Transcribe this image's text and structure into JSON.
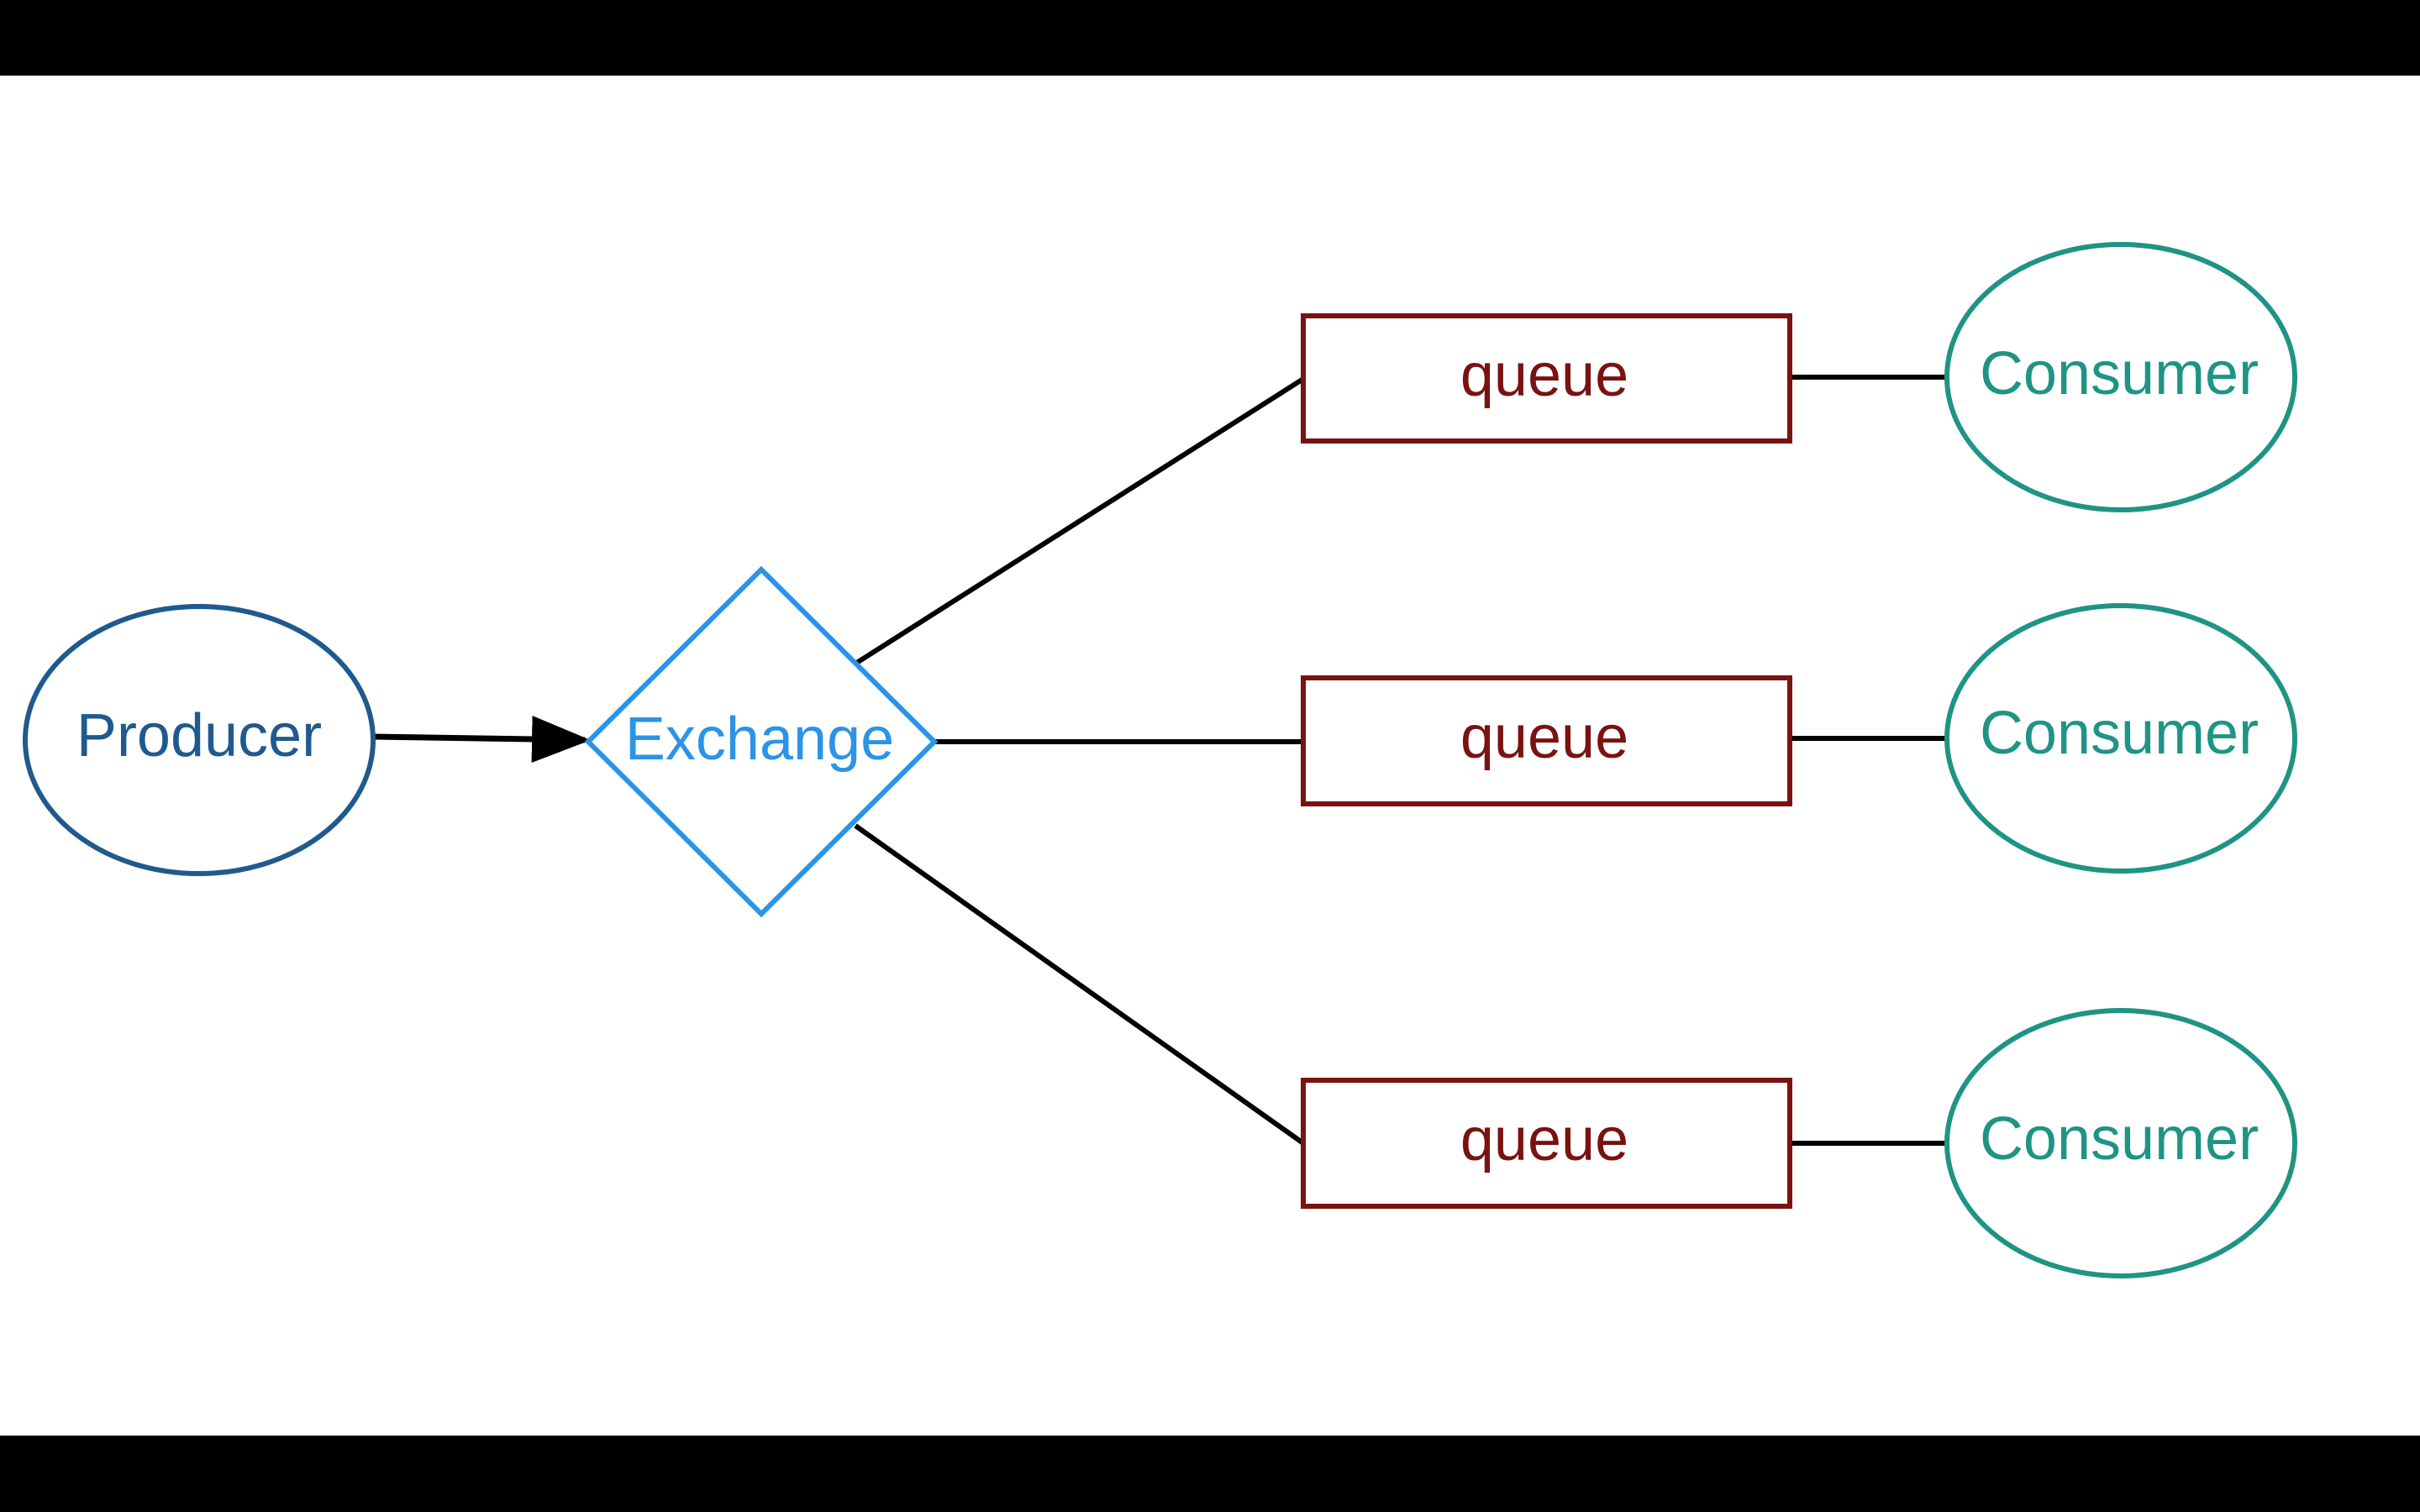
{
  "diagram": {
    "producer": {
      "label": "Producer",
      "color": "#1f5a8e"
    },
    "exchange": {
      "label": "Exchange",
      "color": "#2b94e6"
    },
    "queues": [
      {
        "label": "queue",
        "color": "#7a1212"
      },
      {
        "label": "queue",
        "color": "#7a1212"
      },
      {
        "label": "queue",
        "color": "#7a1212"
      }
    ],
    "consumers": [
      {
        "label": "Consumer",
        "color": "#1f9484"
      },
      {
        "label": "Consumer",
        "color": "#1f9484"
      },
      {
        "label": "Consumer",
        "color": "#1f9484"
      }
    ],
    "edge_color": "#000000"
  }
}
